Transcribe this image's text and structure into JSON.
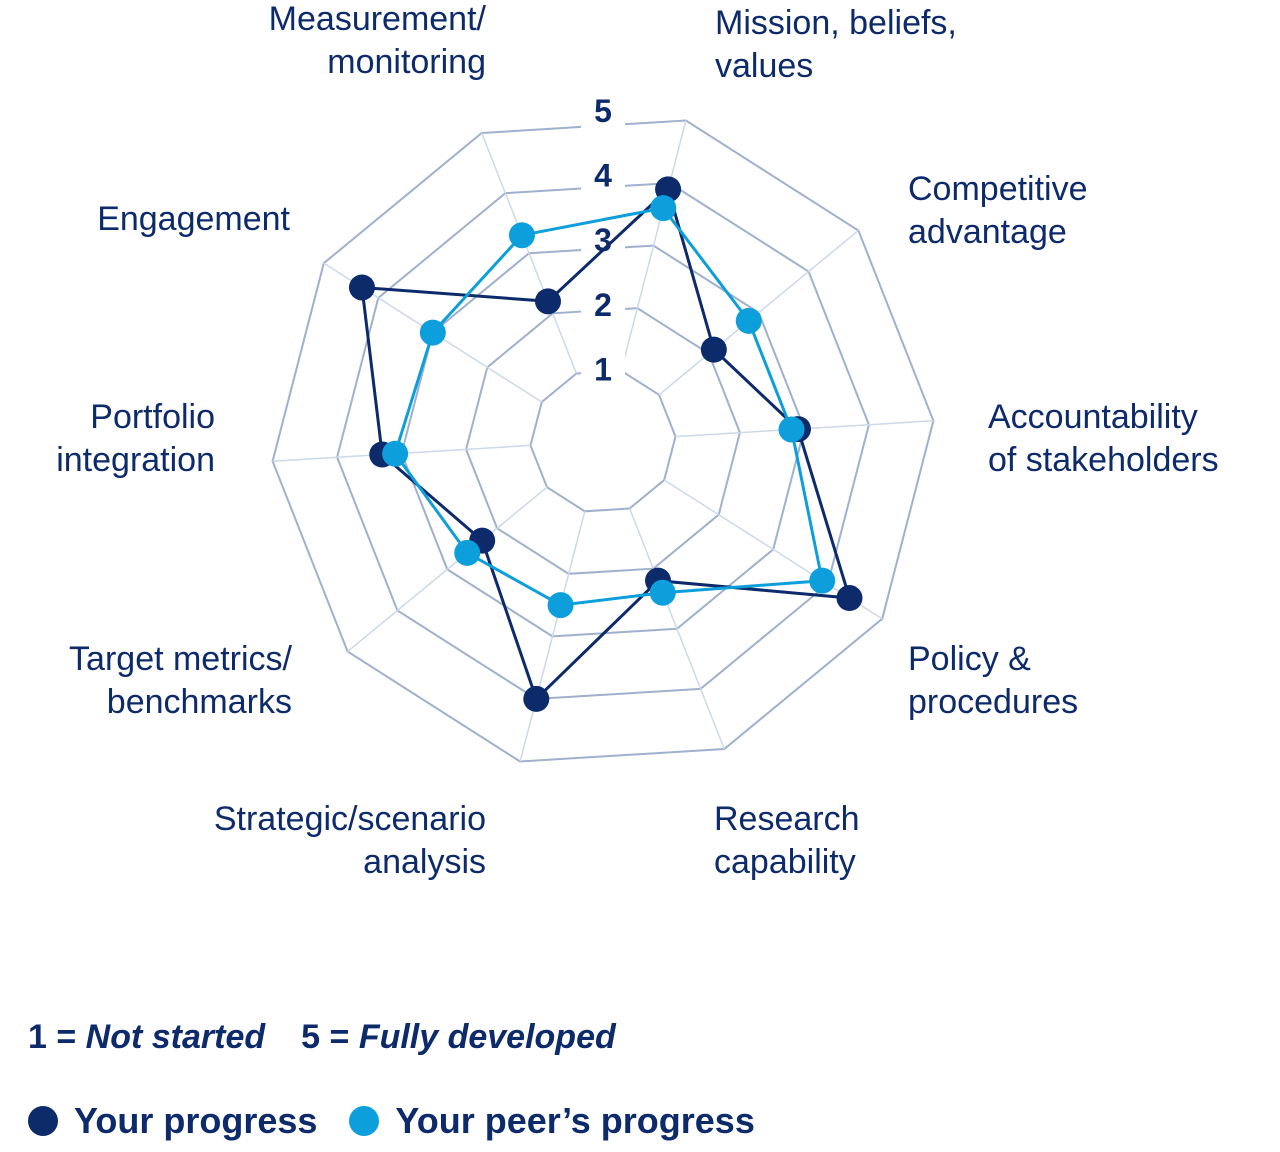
{
  "chart_data": {
    "type": "radar",
    "scale_min": 1,
    "scale_max": 5,
    "ticks": [
      "1",
      "2",
      "3",
      "4",
      "5"
    ],
    "categories": [
      "Mission, beliefs, values",
      "Competitive advantage",
      "Accountability of stakeholders",
      "Policy & procedures",
      "Research capability",
      "Strategic/scenario analysis",
      "Target metrics/ benchmarks",
      "Portfolio integration",
      "Engagement",
      "Measurement/ monitoring"
    ],
    "category_lines": [
      [
        "Mission, beliefs,",
        "values"
      ],
      [
        "Competitive",
        "advantage"
      ],
      [
        "Accountability",
        "of stakeholders"
      ],
      [
        "Policy &",
        "procedures"
      ],
      [
        "Research",
        "capability"
      ],
      [
        "Strategic/scenario",
        "analysis"
      ],
      [
        "Target metrics/",
        "benchmarks"
      ],
      [
        "Portfolio",
        "integration"
      ],
      [
        "Engagement"
      ],
      [
        "Measurement/",
        "monitoring"
      ]
    ],
    "series": [
      {
        "name": "Your progress",
        "color": "#0d2a6b",
        "values": [
          3.9,
          2.1,
          2.9,
          4.4,
          2.2,
          4.0,
          2.3,
          3.3,
          4.3,
          2.2
        ]
      },
      {
        "name": "Your peer’s progress",
        "color": "#0c9fdb",
        "values": [
          3.6,
          2.8,
          2.8,
          3.9,
          2.4,
          2.5,
          2.6,
          3.1,
          3.0,
          3.3
        ]
      }
    ]
  },
  "scale_note": {
    "min_prefix": "1 = ",
    "min_label": "Not started",
    "max_prefix": "5 = ",
    "max_label": "Fully developed"
  },
  "legend": {
    "items": [
      {
        "label": "Your progress",
        "color": "#0d2a6b"
      },
      {
        "label": "Your peer’s progress",
        "color": "#0c9fdb"
      }
    ]
  }
}
